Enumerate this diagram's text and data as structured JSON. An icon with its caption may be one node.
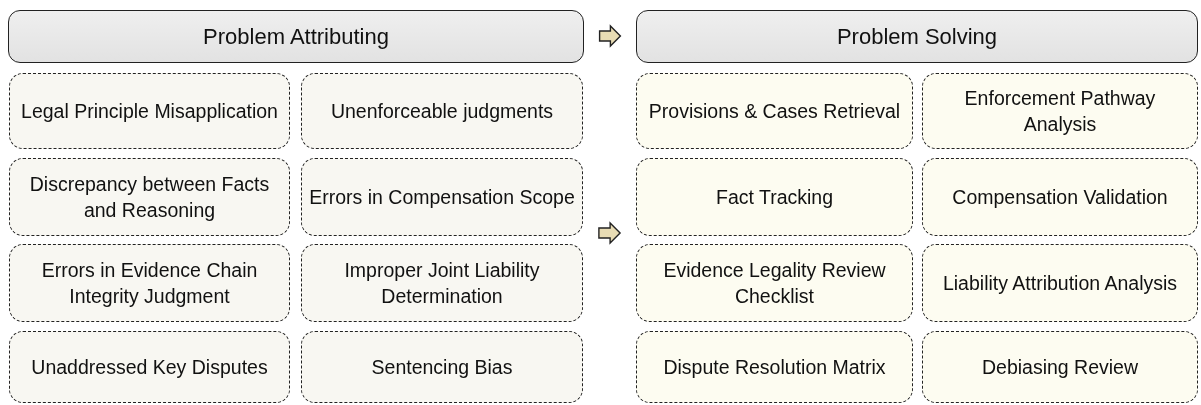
{
  "diagram": {
    "nodes": [
      {
        "text": [
          "Problem Attributing"
        ]
      },
      {
        "text": [
          "Problem Solving"
        ]
      },
      {
        "text": [
          "Legal Principle Misapplication"
        ]
      },
      {
        "text": [
          "Unenforceable judgments"
        ]
      },
      {
        "text": [
          "Discrepancy between Facts and Reasoning"
        ]
      },
      {
        "text": [
          "Errors in Compensation Scope"
        ]
      },
      {
        "text": [
          "Errors in Evidence Chain Integrity Judgment"
        ]
      },
      {
        "text": [
          "Improper Joint Liability Determination"
        ]
      },
      {
        "text": [
          "Unaddressed Key Disputes"
        ]
      },
      {
        "text": [
          "Sentencing Bias"
        ]
      },
      {
        "text": [
          "Provisions & Cases Retrieval"
        ]
      },
      {
        "text": [
          "Enforcement Pathway Analysis"
        ]
      },
      {
        "text": [
          "Fact Tracking"
        ]
      },
      {
        "text": [
          "Compensation Validation"
        ]
      },
      {
        "text": [
          "Evidence Legality Review Checklist"
        ]
      },
      {
        "text": [
          "Liability Attribution Analysis"
        ]
      },
      {
        "text": [
          "Dispute Resolution Matrix"
        ]
      },
      {
        "text": [
          "Debiasing Review"
        ]
      }
    ],
    "edges": [
      {
        "from": 0,
        "to": 1,
        "arrow": "to"
      },
      {
        "from": 5,
        "to": 12,
        "arrow": "to"
      }
    ]
  }
}
